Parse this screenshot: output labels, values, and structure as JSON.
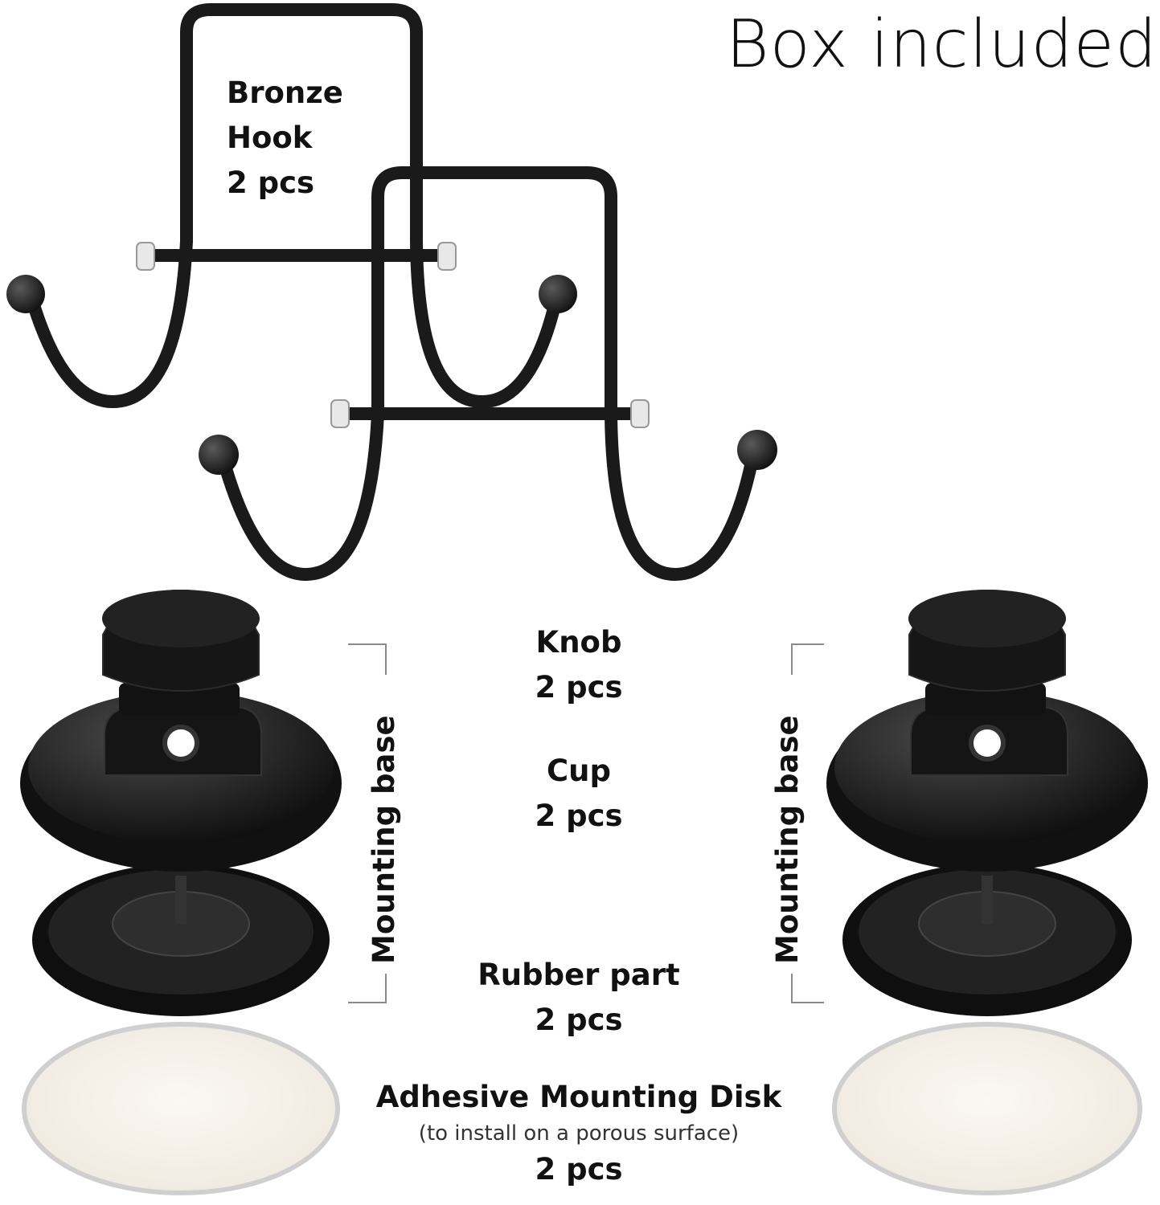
{
  "title": "Box included",
  "hook": {
    "name_line1": "Bronze",
    "name_line2": "Hook",
    "qty": "2 pcs"
  },
  "knob": {
    "name": "Knob",
    "qty": "2 pcs"
  },
  "cup": {
    "name": "Cup",
    "qty": "2 pcs"
  },
  "rubber": {
    "name": "Rubber part",
    "qty": "2 pcs"
  },
  "disk": {
    "name": "Adhesive Mounting Disk",
    "note": "(to install on a porous surface)",
    "qty": "2 pcs"
  },
  "mounting_base": {
    "left_label": "Mounting base",
    "right_label": "Mounting base"
  },
  "colors": {
    "hardware": "#1a1a1a",
    "bracket": "#8a8a8a",
    "disk_edge": "#cfcfcf"
  }
}
